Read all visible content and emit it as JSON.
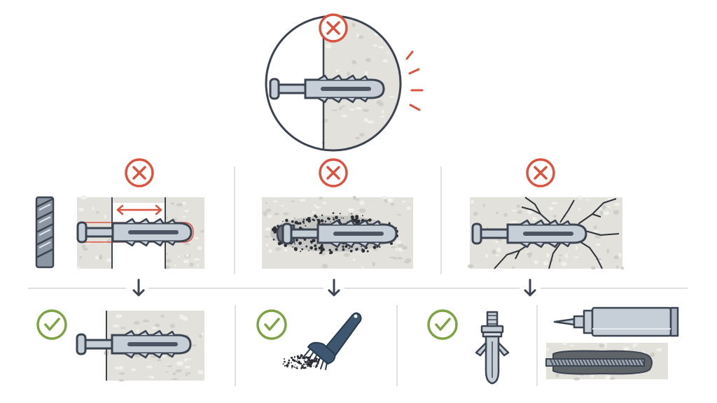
{
  "colors": {
    "background": "#ffffff",
    "concrete": "#e2e1dc",
    "concrete_speck": "#c7c6c0",
    "outline": "#3b4450",
    "plug_fill": "#c6ced8",
    "plug_dark": "#7f8b98",
    "error_red": "#d9533f",
    "ok_green": "#7ea344",
    "divider": "#c9cdd2",
    "brush_blue": "#3e5670",
    "dust": "#2c2f33"
  },
  "icons": {
    "error": "x-circle-icon",
    "ok": "check-circle-icon",
    "down": "arrow-down-icon"
  },
  "panels": {
    "top": "plug-not-seated-in-concrete",
    "fault_1": "drill-hole-too-wide",
    "fault_2": "dust-left-in-hole",
    "fault_3": "concrete-cracked",
    "fix_1": "correct-fit",
    "fix_2": "brush-clean-hole",
    "fix_3a": "expansion-anchor",
    "fix_3b": "chemical-anchor"
  }
}
